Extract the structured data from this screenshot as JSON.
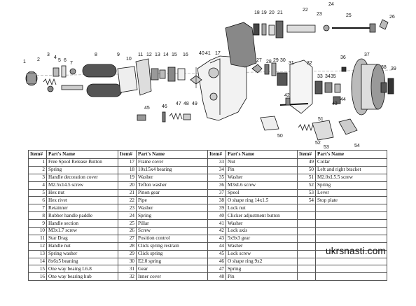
{
  "table": {
    "headers": [
      {
        "num": "Item#",
        "name": "Part's Name"
      },
      {
        "num": "Item#",
        "name": "Part's Name"
      },
      {
        "num": "Item#",
        "name": "Part's Name"
      },
      {
        "num": "Item#",
        "name": "Part's Name"
      }
    ],
    "columns": [
      [
        {
          "num": "1",
          "name": "Free Spool Release Button"
        },
        {
          "num": "2",
          "name": "Spring"
        },
        {
          "num": "3",
          "name": "Handle decoration cover"
        },
        {
          "num": "4",
          "name": "M2.5x14.5 screw"
        },
        {
          "num": "5",
          "name": "Hex nut"
        },
        {
          "num": "6",
          "name": "Hex rivet"
        },
        {
          "num": "7",
          "name": "Retainner"
        },
        {
          "num": "8",
          "name": "Rubber handle paddle"
        },
        {
          "num": "9",
          "name": "Handle section"
        },
        {
          "num": "10",
          "name": "M3x1.7 screw"
        },
        {
          "num": "11",
          "name": "Star Drag"
        },
        {
          "num": "12",
          "name": "Handle nut"
        },
        {
          "num": "13",
          "name": "Spring washer"
        },
        {
          "num": "14",
          "name": "8x6x5 beaning"
        },
        {
          "num": "15",
          "name": "One way beaing L6.8"
        },
        {
          "num": "16",
          "name": "One way bearing hub"
        }
      ],
      [
        {
          "num": "17",
          "name": "Frame cover"
        },
        {
          "num": "18",
          "name": "10x15x4 bearing"
        },
        {
          "num": "19",
          "name": "Washer"
        },
        {
          "num": "20",
          "name": "Teflon washer"
        },
        {
          "num": "21",
          "name": "Pinon gear"
        },
        {
          "num": "22",
          "name": "Pipe"
        },
        {
          "num": "23",
          "name": "Washer"
        },
        {
          "num": "24",
          "name": "Spring"
        },
        {
          "num": "25",
          "name": "Pillar"
        },
        {
          "num": "26",
          "name": "Screw"
        },
        {
          "num": "27",
          "name": "Position control"
        },
        {
          "num": "28",
          "name": "Click spring  restrain"
        },
        {
          "num": "29",
          "name": "Click spring"
        },
        {
          "num": "30",
          "name": "E2.0 spring"
        },
        {
          "num": "31",
          "name": "Gear"
        },
        {
          "num": "32",
          "name": "Inner cover"
        }
      ],
      [
        {
          "num": "33",
          "name": "Nut"
        },
        {
          "num": "34",
          "name": "Pin"
        },
        {
          "num": "35",
          "name": "Washer"
        },
        {
          "num": "36",
          "name": "M3xL6 screw"
        },
        {
          "num": "37",
          "name": "Spool"
        },
        {
          "num": "38",
          "name": "O shape ring 14x1.5"
        },
        {
          "num": "39",
          "name": "Lock nut"
        },
        {
          "num": "40",
          "name": "Clicker adjustment button"
        },
        {
          "num": "41",
          "name": "Washer"
        },
        {
          "num": "42",
          "name": "Lock axis"
        },
        {
          "num": "43",
          "name": "5x9x3 gear"
        },
        {
          "num": "44",
          "name": "Washer"
        },
        {
          "num": "45",
          "name": "Lock screw"
        },
        {
          "num": "46",
          "name": "O shape ring 9x2"
        },
        {
          "num": "47",
          "name": "Spring"
        },
        {
          "num": "48",
          "name": "Pin"
        }
      ],
      [
        {
          "num": "49",
          "name": "Collar"
        },
        {
          "num": "50",
          "name": "Left and right bracket"
        },
        {
          "num": "51",
          "name": "M2.0xL5.5 screw"
        },
        {
          "num": "52",
          "name": "Spring"
        },
        {
          "num": "53",
          "name": "Lever"
        },
        {
          "num": "54",
          "name": "Stop plate"
        }
      ]
    ]
  },
  "callouts": [
    "1",
    "2",
    "3",
    "4",
    "5",
    "6",
    "7",
    "8",
    "9",
    "10",
    "11",
    "12",
    "13",
    "14",
    "15",
    "16",
    "17",
    "18",
    "19",
    "20",
    "21",
    "22",
    "23",
    "24",
    "25",
    "26",
    "27",
    "28",
    "29",
    "30",
    "31",
    "32",
    "33",
    "34",
    "35",
    "36",
    "37",
    "38",
    "39",
    "40",
    "41",
    "42",
    "43",
    "44",
    "45",
    "46",
    "47",
    "48",
    "49",
    "50",
    "51",
    "52",
    "53",
    "54"
  ],
  "watermark": "ukrsnasti.com"
}
